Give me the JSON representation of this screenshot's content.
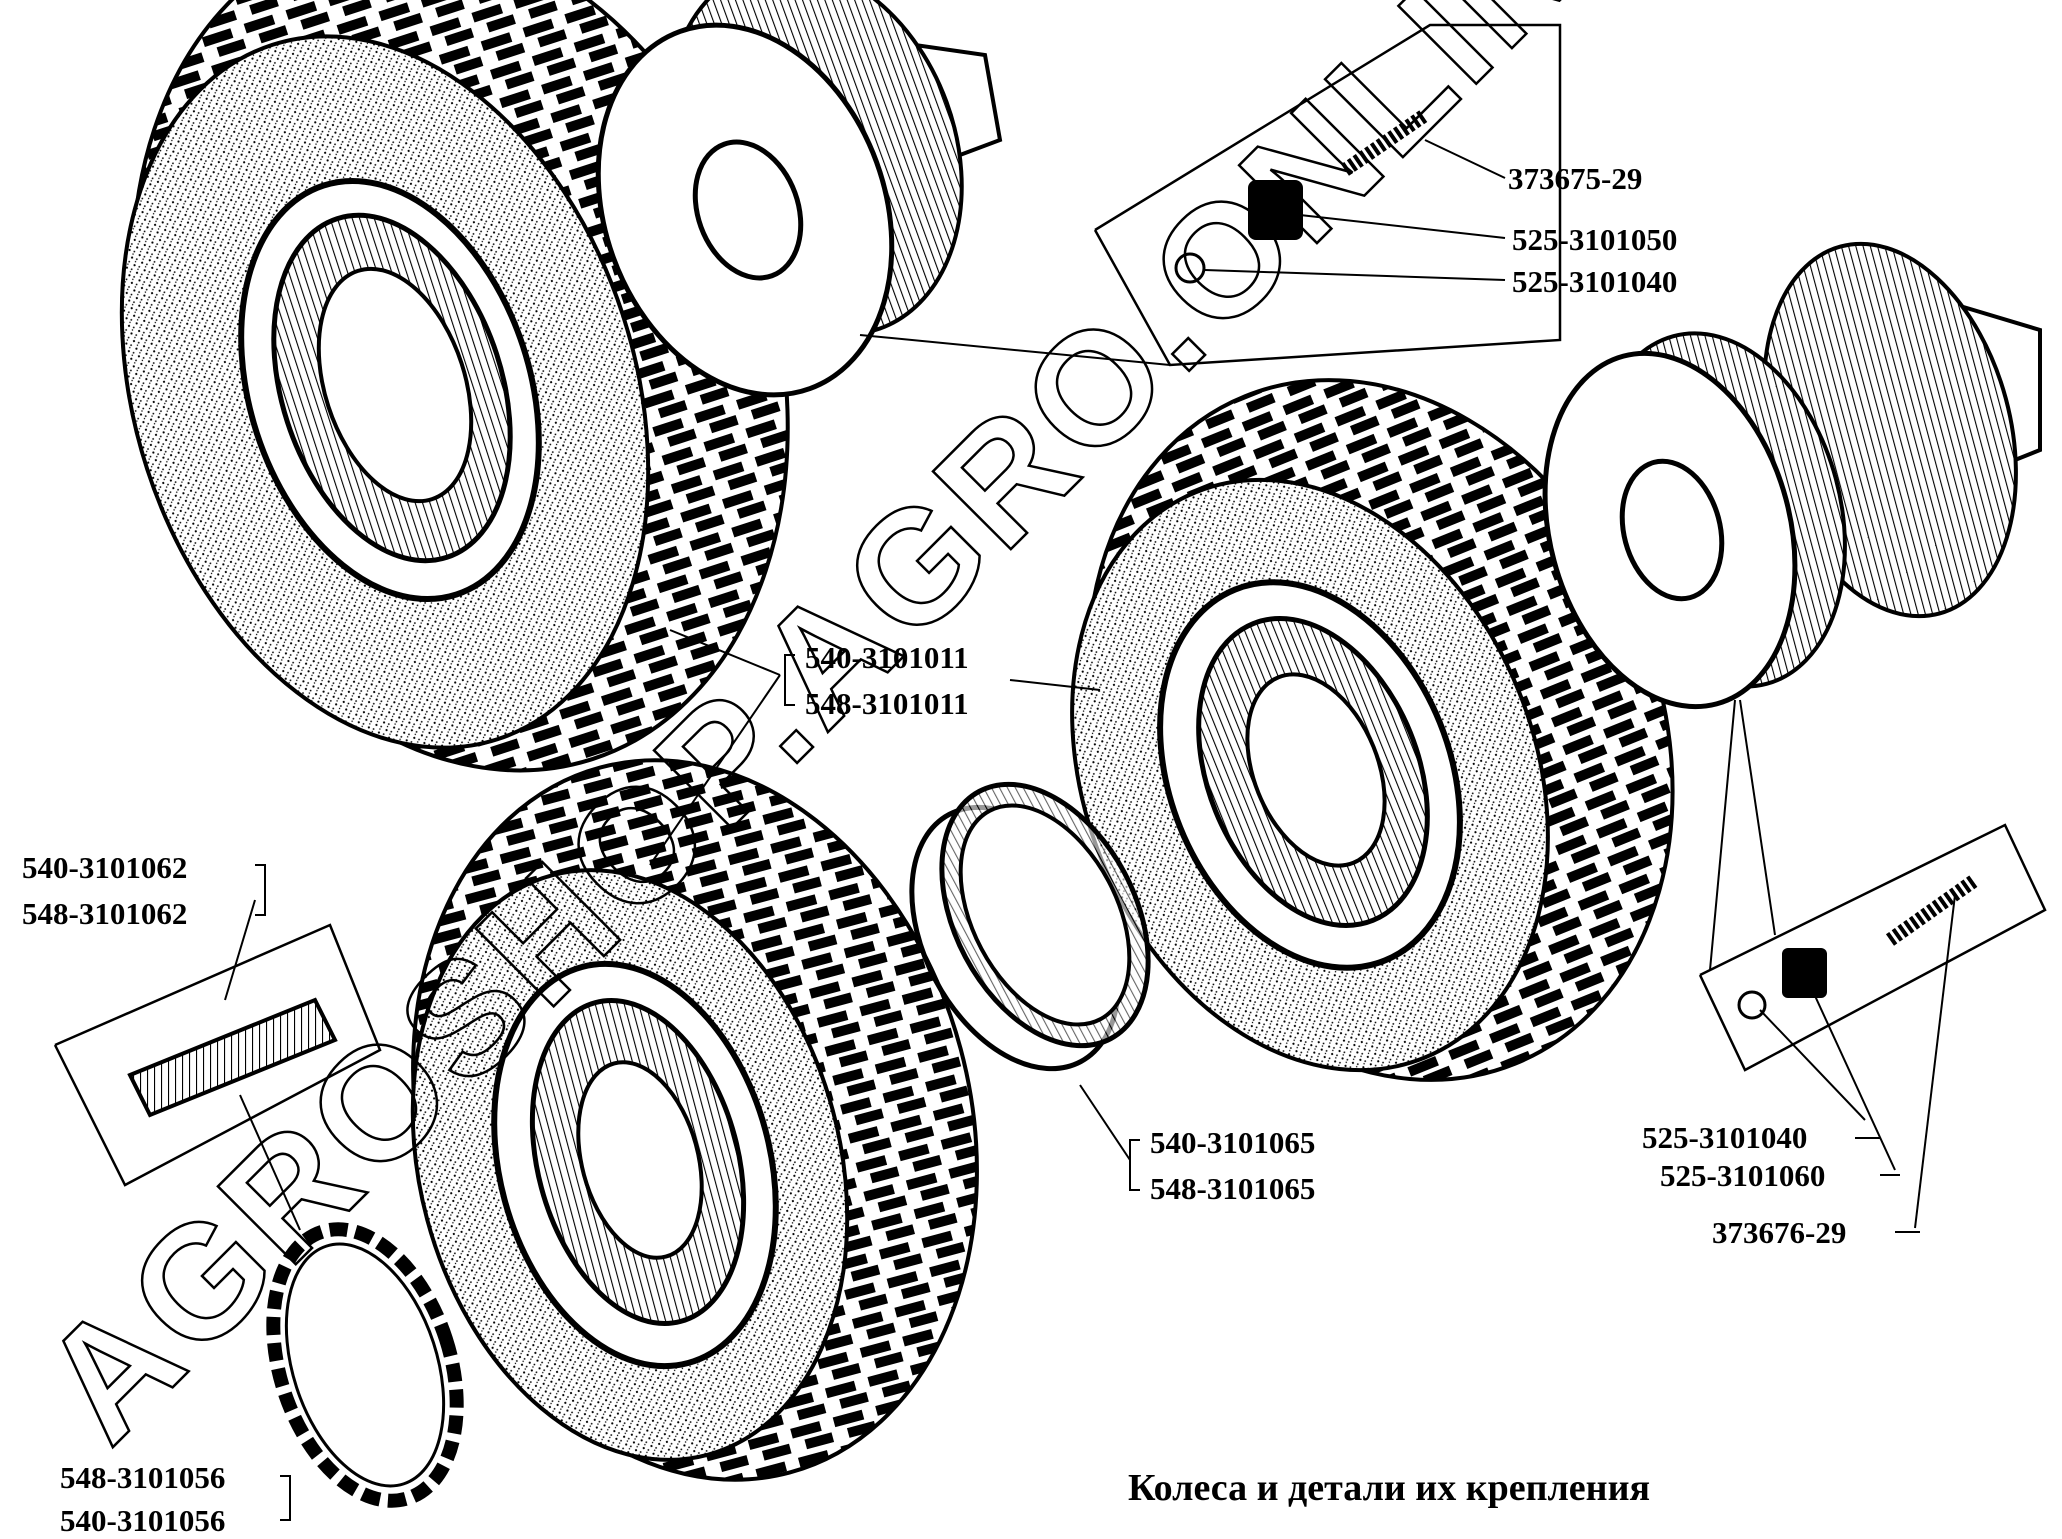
{
  "title": "Колеса и детали их крепления",
  "watermark": "AGROSHOP.AGRO.ONLINE",
  "callouts": {
    "bolt_top": "373675-29",
    "clamp_top": "525-3101050",
    "nut_top": "525-3101040",
    "wheel_a": "540-3101011",
    "wheel_b": "548-3101011",
    "lock_a": "540-3101062",
    "lock_b": "548-3101062",
    "band_a": "540-3101065",
    "band_b": "548-3101065",
    "ring_a": "548-3101056",
    "ring_b": "540-3101056",
    "nut_right": "525-3101040",
    "clamp_right": "525-3101060",
    "bolt_right": "373676-29"
  }
}
